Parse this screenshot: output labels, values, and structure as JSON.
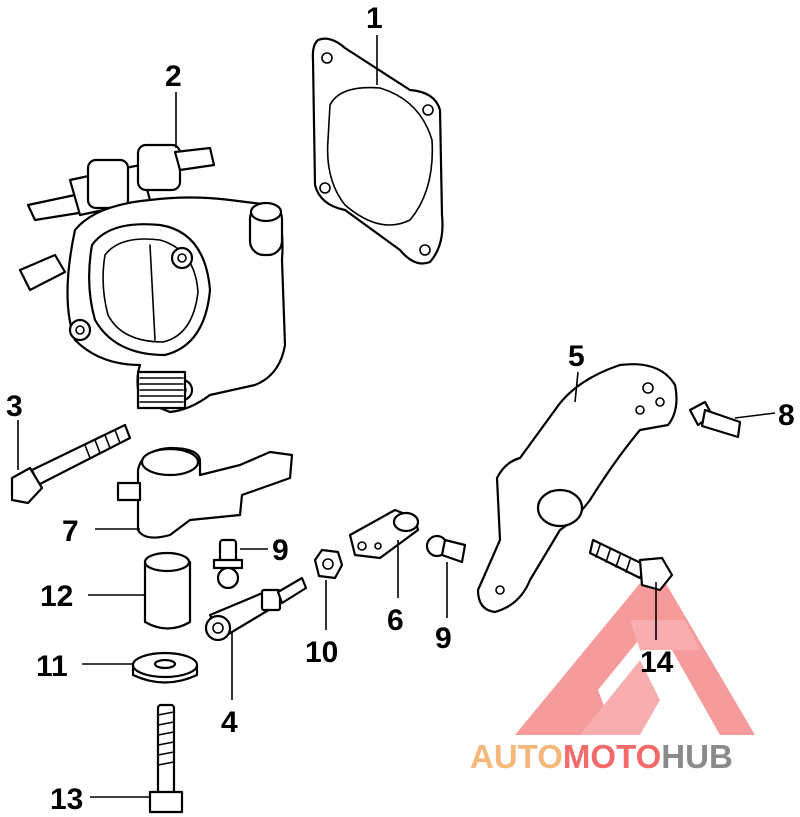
{
  "diagram": {
    "callouts": [
      {
        "id": "1",
        "label": "1"
      },
      {
        "id": "2",
        "label": "2"
      },
      {
        "id": "3",
        "label": "3"
      },
      {
        "id": "4",
        "label": "4"
      },
      {
        "id": "5",
        "label": "5"
      },
      {
        "id": "6",
        "label": "6"
      },
      {
        "id": "7",
        "label": "7"
      },
      {
        "id": "8",
        "label": "8"
      },
      {
        "id": "9a",
        "label": "9"
      },
      {
        "id": "9b",
        "label": "9"
      },
      {
        "id": "10",
        "label": "10"
      },
      {
        "id": "11",
        "label": "11"
      },
      {
        "id": "12",
        "label": "12"
      },
      {
        "id": "13",
        "label": "13"
      },
      {
        "id": "14",
        "label": "14"
      }
    ]
  },
  "watermark": {
    "part1": "AUTO",
    "part2": "MOTO",
    "part3": "HUB",
    "colors": {
      "orange": "#f5b87a",
      "red": "#f26a6a",
      "gray": "#8a8a8a"
    }
  }
}
